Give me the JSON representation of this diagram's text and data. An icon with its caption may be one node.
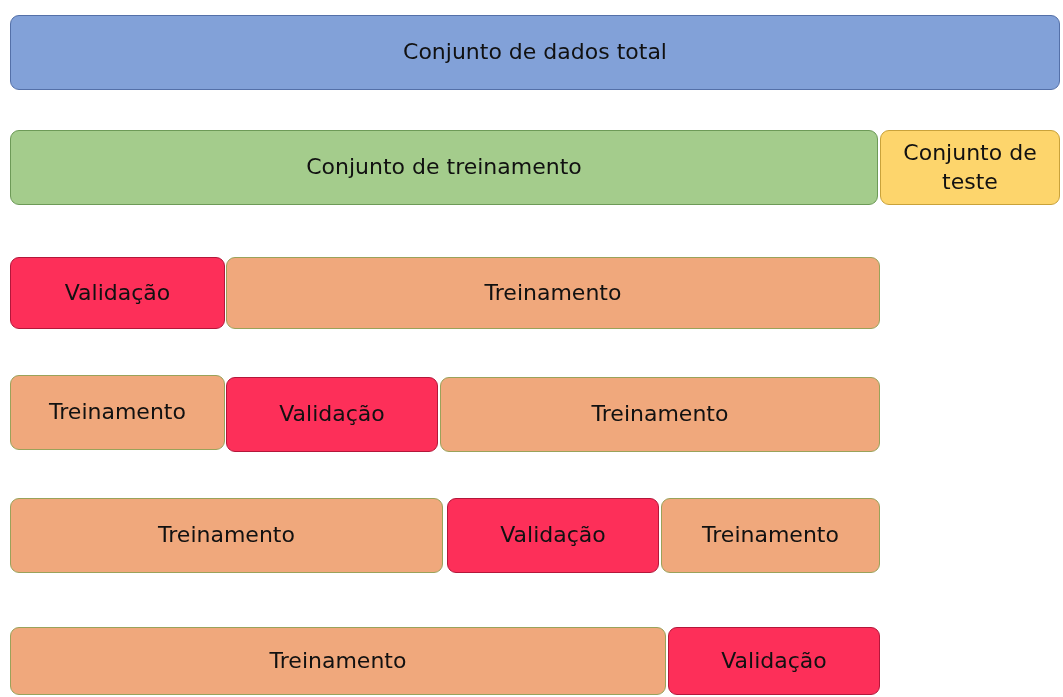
{
  "diagram": {
    "nodes": [
      {
        "text": [
          "Conjunto de dados total"
        ]
      },
      {
        "text": [
          "Conjunto de treinamento"
        ]
      },
      {
        "text": [
          "Conjunto de teste"
        ]
      },
      {
        "text": [
          "Validação"
        ]
      },
      {
        "text": [
          "Treinamento"
        ]
      },
      {
        "text": [
          "Treinamento"
        ]
      },
      {
        "text": [
          "Validação"
        ]
      },
      {
        "text": [
          "Treinamento"
        ]
      },
      {
        "text": [
          "Treinamento"
        ]
      },
      {
        "text": [
          "Validação"
        ]
      },
      {
        "text": [
          "Treinamento"
        ]
      },
      {
        "text": [
          "Treinamento"
        ]
      },
      {
        "text": [
          "Validação"
        ]
      }
    ]
  }
}
